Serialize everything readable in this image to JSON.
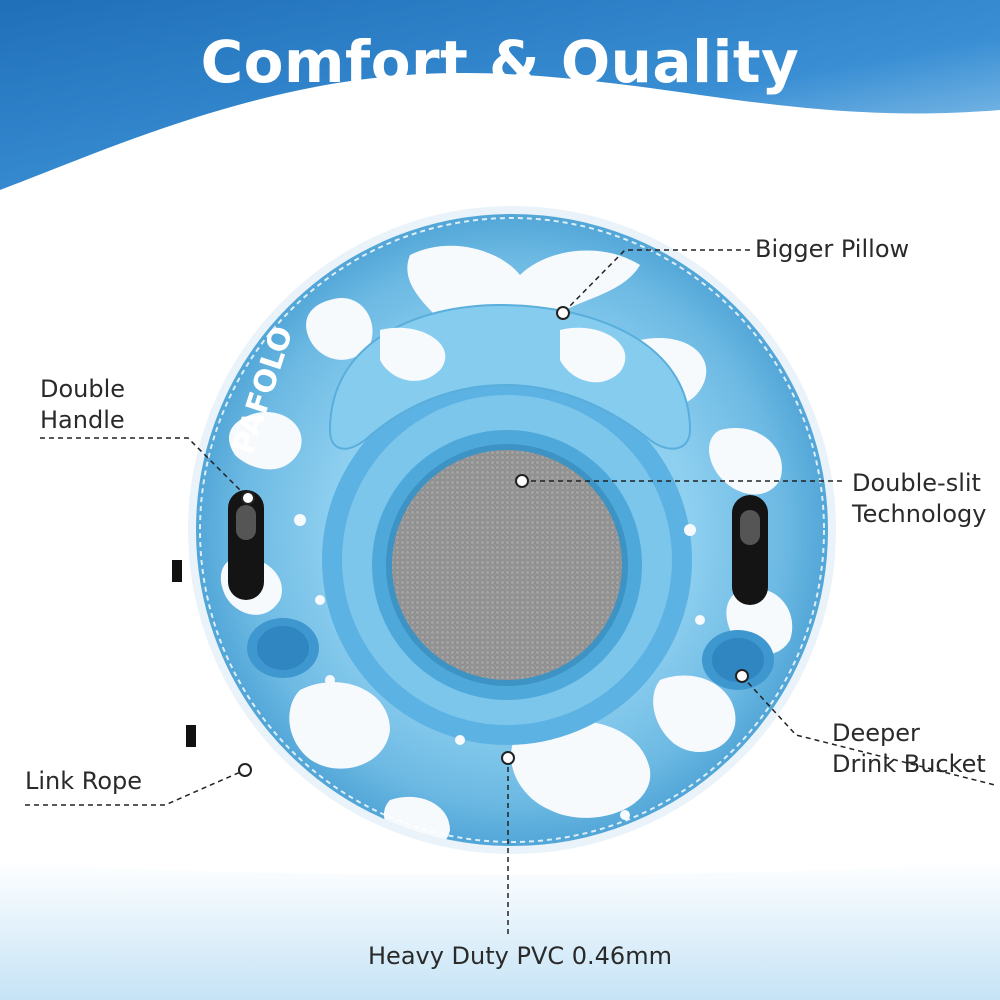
{
  "title": "Comfort & Quality Construction",
  "brand_logo": "PAFOLO",
  "callouts": {
    "pillow": "Bigger Pillow",
    "handle": [
      "Double",
      "Handle"
    ],
    "slit": [
      "Double-slit",
      "Technology"
    ],
    "bucket": [
      "Deeper",
      "Drink Bucket"
    ],
    "rope": "Link Rope",
    "pvc": "Heavy Duty PVC 0.46mm"
  },
  "colors": {
    "header_blue": "#2c7fc6",
    "tube_blue": "#7cc4ea",
    "tube_white": "#f4f9fc",
    "mesh_gray": "#9a9a9a",
    "water": "#cfe8f7"
  }
}
